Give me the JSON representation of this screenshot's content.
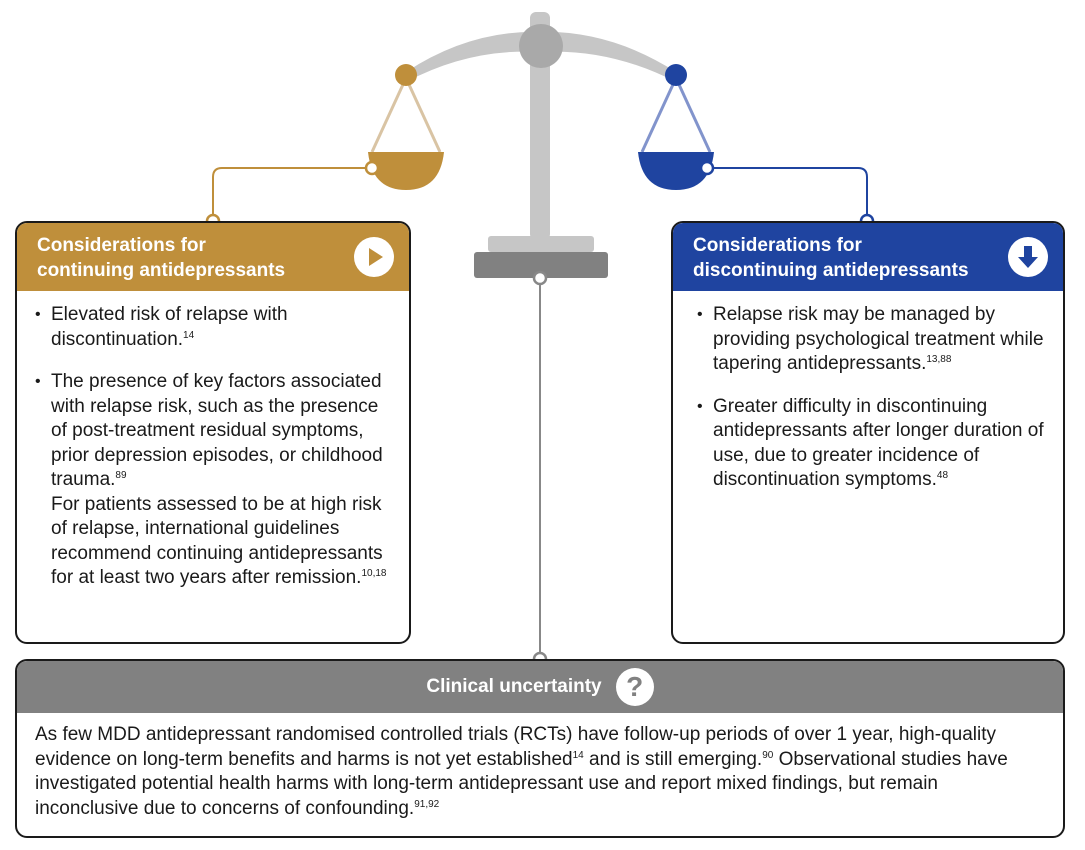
{
  "colors": {
    "continue": "#bf8f3b",
    "discontinue": "#1f44a0",
    "uncertainty": "#818181",
    "scale_grey": "#c6c6c6"
  },
  "left_card": {
    "title_line1": "Considerations for",
    "title_line2": "continuing antidepressants",
    "icon": "play-icon",
    "bullets": [
      {
        "text": "Elevated risk of relapse with discontinuation.",
        "ref": "14"
      },
      {
        "text": "The presence of key factors associated with relapse risk, such as the presence of post-treatment residual symptoms, prior depression episodes, or childhood trauma.",
        "ref": "89",
        "extra_text": "For patients assessed to be at high risk of relapse, international guidelines recommend continuing antidepressants for at least two years after remission.",
        "extra_ref": "10,18"
      }
    ]
  },
  "right_card": {
    "title_line1": "Considerations for",
    "title_line2": "discontinuing antidepressants",
    "icon": "arrow-down-icon",
    "bullets": [
      {
        "text": "Relapse risk may be managed by providing psychological treatment while tapering antidepressants.",
        "ref": "13,88"
      },
      {
        "text": "Greater difficulty in discontinuing antidepressants after longer duration of use, due to greater incidence of discontinuation symptoms.",
        "ref": "48"
      }
    ]
  },
  "bottom_card": {
    "title": "Clinical uncertainty",
    "icon": "question-icon",
    "icon_glyph": "?",
    "text_part1": "As few MDD antidepressant randomised controlled trials (RCTs) have follow-up periods of over 1 year, high-quality evidence on long-term benefits and harms is not yet established",
    "ref1": "14",
    "text_part2": " and is still emerging.",
    "ref2": "90",
    "text_part3": " Observational studies have investigated potential health harms with long-term antidepressant use and report mixed findings, but remain inconclusive due to concerns of confounding.",
    "ref3": "91,92"
  }
}
